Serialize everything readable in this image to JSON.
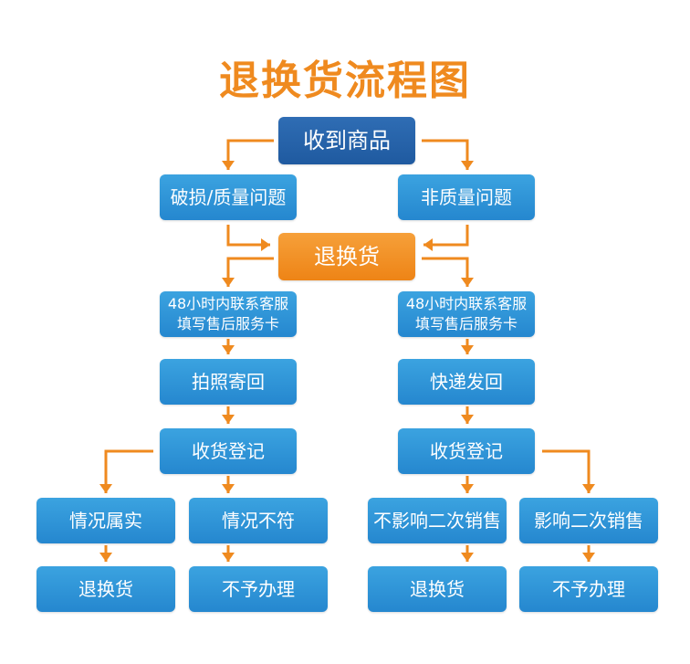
{
  "title": "退换货流程图",
  "nodes": {
    "receive": "收到商品",
    "damaged": "破损/质量问题",
    "non_quality": "非质量问题",
    "return_exchange": "退换货",
    "contact_left_1": "48小时内联系客服",
    "contact_left_2": "填写售后服务卡",
    "contact_right_1": "48小时内联系客服",
    "contact_right_2": "填写售后服务卡",
    "photo_return": "拍照寄回",
    "express_return": "快递发回",
    "register_left": "收货登记",
    "register_right": "收货登记",
    "true_case": "情况属实",
    "not_match": "情况不符",
    "no_affect": "不影响二次销售",
    "affect": "影响二次销售",
    "result_exchange_left": "退换货",
    "result_reject_left": "不予办理",
    "result_exchange_right": "退换货",
    "result_reject_right": "不予办理"
  },
  "colors": {
    "title": "#ef8a1f",
    "arrow": "#ef8a1f",
    "box_blue": "#2f96d9",
    "box_dark": "#2466ad",
    "box_orange": "#f39224",
    "text": "#ffffff"
  }
}
